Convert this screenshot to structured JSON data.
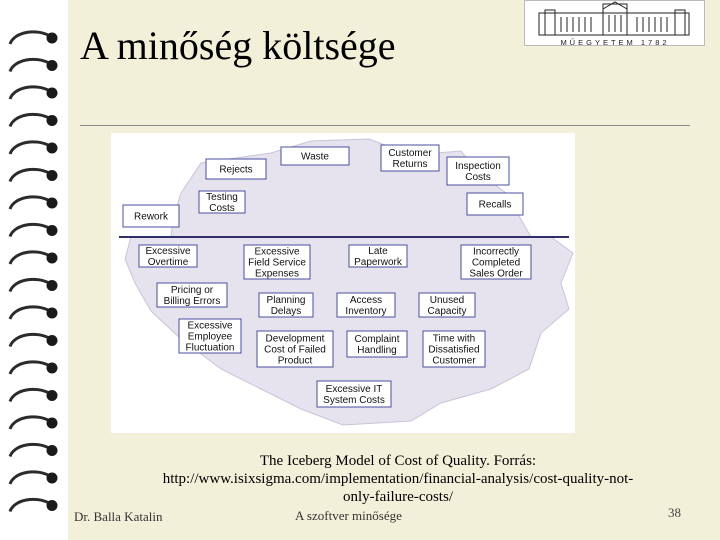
{
  "slide": {
    "title": "A minőség költsége",
    "logo_text": "MŰEGYETEM 1782",
    "caption_lines": [
      "The Iceberg Model of Cost of Quality. Forrás:",
      "http://www.isixsigma.com/implementation/financial-analysis/cost-quality-not-",
      "only-failure-costs/"
    ],
    "footer_author": "Dr. Balla Katalin",
    "footer_subject": "A szoftver minősége",
    "page_number": "38"
  },
  "iceberg": {
    "above_water": [
      {
        "id": "waste",
        "lines": [
          "Waste"
        ]
      },
      {
        "id": "customer-returns",
        "lines": [
          "Customer",
          "Returns"
        ]
      },
      {
        "id": "rejects",
        "lines": [
          "Rejects"
        ]
      },
      {
        "id": "inspection-costs",
        "lines": [
          "Inspection",
          "Costs"
        ]
      },
      {
        "id": "testing-costs",
        "lines": [
          "Testing",
          "Costs"
        ]
      },
      {
        "id": "rework",
        "lines": [
          "Rework"
        ]
      },
      {
        "id": "recalls",
        "lines": [
          "Recalls"
        ]
      }
    ],
    "below_water": [
      {
        "id": "excessive-overtime",
        "lines": [
          "Excessive",
          "Overtime"
        ]
      },
      {
        "id": "excessive-field-service-expenses",
        "lines": [
          "Excessive",
          "Field Service",
          "Expenses"
        ]
      },
      {
        "id": "late-paperwork",
        "lines": [
          "Late",
          "Paperwork"
        ]
      },
      {
        "id": "incorrectly-completed-sales-order",
        "lines": [
          "Incorrectly",
          "Completed",
          "Sales Order"
        ]
      },
      {
        "id": "pricing-or-billing-errors",
        "lines": [
          "Pricing or",
          "Billing Errors"
        ]
      },
      {
        "id": "planning-delays",
        "lines": [
          "Planning",
          "Delays"
        ]
      },
      {
        "id": "access-inventory",
        "lines": [
          "Access",
          "Inventory"
        ]
      },
      {
        "id": "unused-capacity",
        "lines": [
          "Unused",
          "Capacity"
        ]
      },
      {
        "id": "excessive-employee-fluctuation",
        "lines": [
          "Excessive",
          "Employee",
          "Fluctuation"
        ]
      },
      {
        "id": "development-cost-of-failed-product",
        "lines": [
          "Development",
          "Cost of Failed",
          "Product"
        ]
      },
      {
        "id": "complaint-handling",
        "lines": [
          "Complaint",
          "Handling"
        ]
      },
      {
        "id": "time-with-dissatisfied-customer",
        "lines": [
          "Time with",
          "Dissatisfied",
          "Customer"
        ]
      },
      {
        "id": "excessive-it-system-costs",
        "lines": [
          "Excessive IT",
          "System Costs"
        ]
      }
    ]
  },
  "colors": {
    "background": "#f3f0da",
    "iceberg_fill": "#e6e2ee",
    "box_border": "#4a4fa0",
    "waterline": "#2f2f6a"
  }
}
